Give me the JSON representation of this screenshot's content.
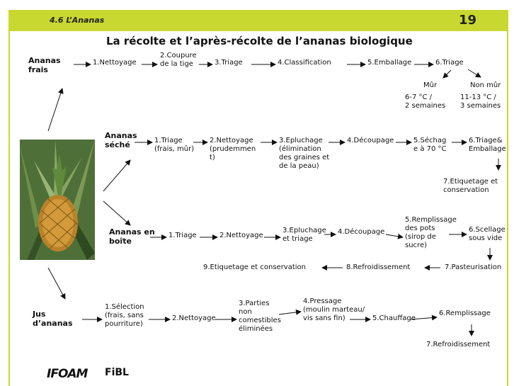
{
  "header": {
    "section": "4.6 L’Ananas",
    "page": "19"
  },
  "title": "La récolte et l’après-récolte de l’ananas biologique",
  "frais": {
    "label": "Ananas\nfrais",
    "s1": "1.Nettoyage",
    "s2": "2.Coupure\nde la tige",
    "s3": "3.Triage",
    "s4": "4.Classification",
    "s5": "5.Emballage",
    "s6": "6.Triage",
    "mur": "Mûr",
    "nonmur": "Non mûr",
    "mur_cond": "6-7 °C /\n2 semaines",
    "nonmur_cond": "11-13 °C /\n3 semaines"
  },
  "seche": {
    "label": "Ananas\nséché",
    "s1": "1.Triage\n(frais, mûr)",
    "s2": "2.Nettoyage\n(prudemmen\nt)",
    "s3": "3.Epluchage\n(élimination\ndes graines et\nde la peau)",
    "s4": "4.Découpage",
    "s5": "5.Séchag\ne à 70 °C",
    "s6": "6.Triage&\nEmballage",
    "s7": "7.Etiquetage et\nconservation"
  },
  "boite": {
    "label": "Ananas en\nboîte",
    "s1": "1.Triage",
    "s2": "2.Nettoyage",
    "s3": "3.Epluchage\net triage",
    "s4": "4.Découpage",
    "s5": "5.Remplissage\ndes pots\n(sirop de\nsucre)",
    "s6": "6.Scellage\nsous vide",
    "s7": "7.Pasteurisation",
    "s8": "8.Refroidissement",
    "s9": "9.Etiquetage et conservation"
  },
  "jus": {
    "label": "Jus\nd’ananas",
    "s1": "1.Sélection\n(frais, sans\npourriture)",
    "s2": "2.Nettoyage",
    "s3": "3.Parties\nnon\ncomestibles\néliminées",
    "s4": "4.Pressage\n(moulin marteau/\nvis sans fin)",
    "s5": "5.Chauffage",
    "s6": "6.Remplissage",
    "s7": "7.Refroidissement"
  },
  "logos": {
    "ifoam": "IFOAM",
    "fibl": "FiBL"
  },
  "colors": {
    "accent": "#c8d830",
    "text": "#111111"
  }
}
